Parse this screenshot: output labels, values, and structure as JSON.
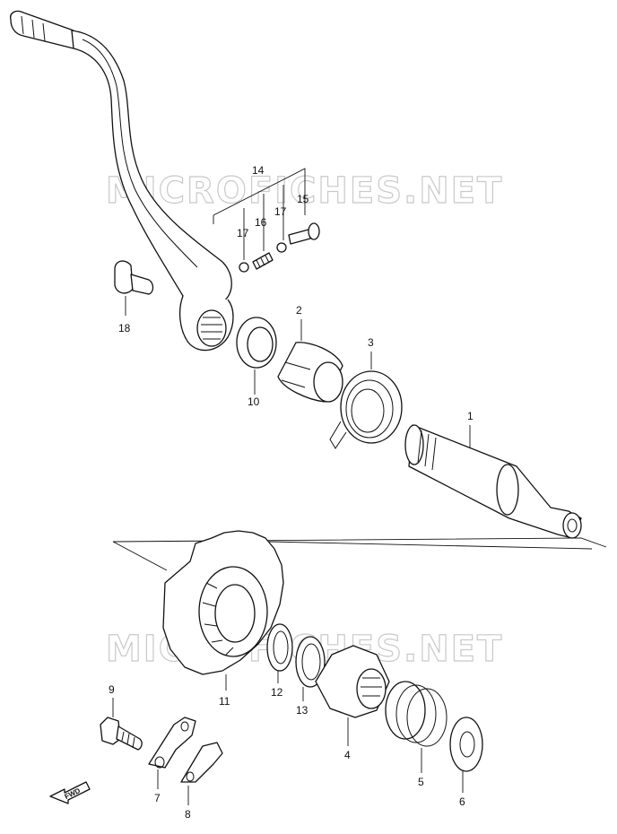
{
  "watermark": "MICROFICHES.NET",
  "fwd_label": "FWD",
  "labels": {
    "p1": "1",
    "p2": "2",
    "p3": "3",
    "p4": "4",
    "p5": "5",
    "p6": "6",
    "p7": "7",
    "p8": "8",
    "p9": "9",
    "p10": "10",
    "p11": "11",
    "p12": "12",
    "p13": "13",
    "p14": "14",
    "p15": "15",
    "p16": "16",
    "p17a": "17",
    "p17b": "17",
    "p18": "18"
  }
}
